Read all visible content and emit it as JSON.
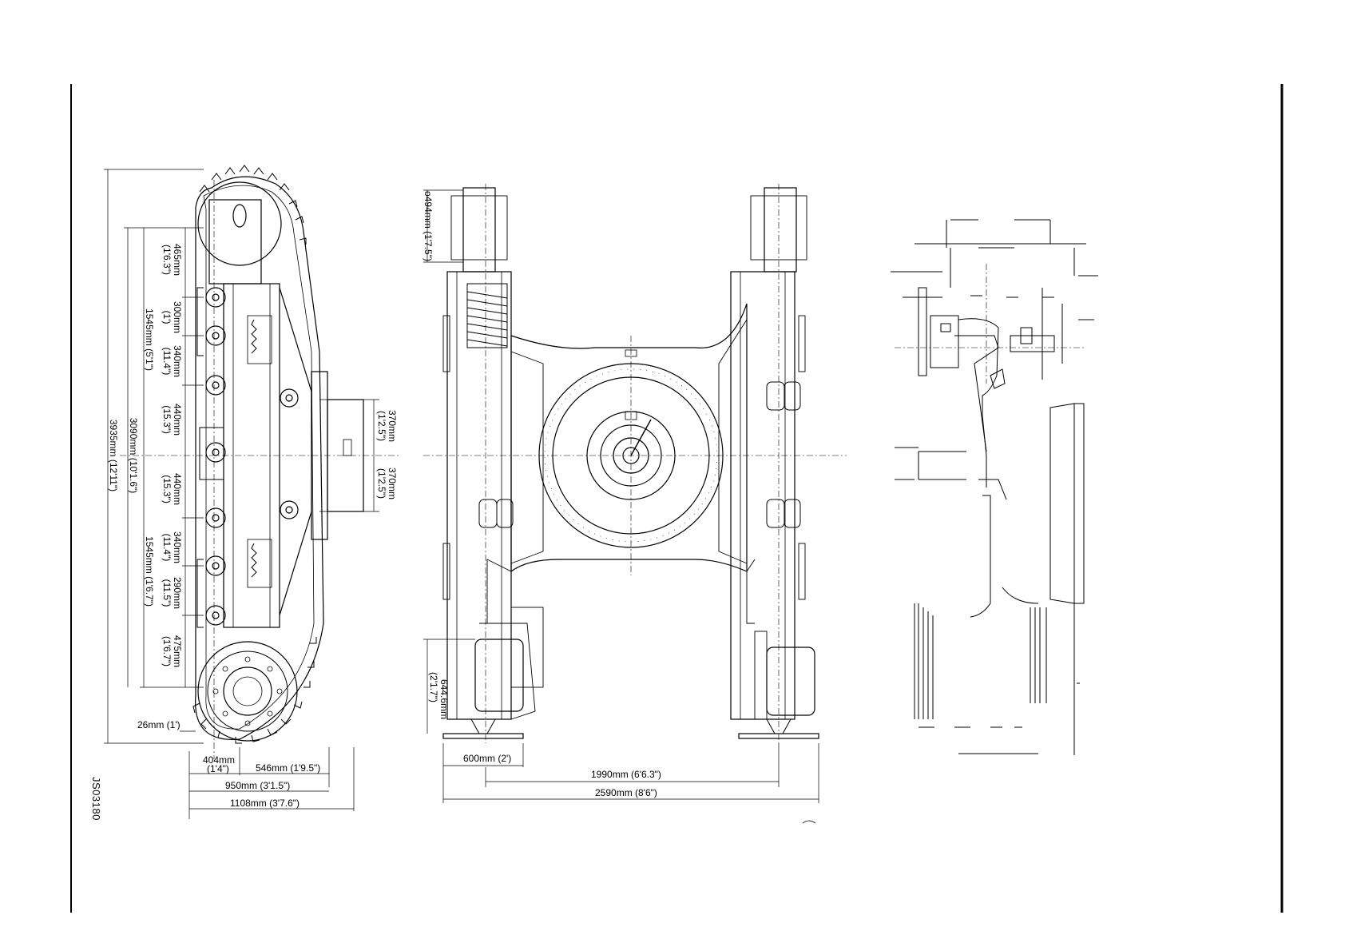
{
  "drawing": {
    "reference_code": "JS03180",
    "side_view": {
      "vertical_dims": [
        {
          "label": "465mm",
          "sub": "(1'6.3\")"
        },
        {
          "label": "300mm",
          "sub": "(1')"
        },
        {
          "label": "340mm",
          "sub": "(11.4\")"
        },
        {
          "label": "440mm",
          "sub": "(15.3\")"
        },
        {
          "label": "440mm",
          "sub": "(15.3\")"
        },
        {
          "label": "340mm",
          "sub": "(11.4\")"
        },
        {
          "label": "290mm",
          "sub": "(11.5\")"
        },
        {
          "label": "475mm",
          "sub": "(1'6.7\")"
        }
      ],
      "upper_span": "1545mm (5'1\")",
      "lower_span": "1545mm (1'6.7\")",
      "wheelbase": "3090mm (10'1.6\")",
      "overall_length": "3935mm (12'11\")",
      "offset_top": {
        "label": "370mm",
        "sub": "(1'2.5\")"
      },
      "offset_bottom": {
        "label": "370mm",
        "sub": "(1'2.5\")"
      },
      "bottom_offset": "26mm (1')",
      "width_a": {
        "label": "404mm",
        "sub": "(1'4\")"
      },
      "width_b": "546mm (1'9.5\")",
      "width_c": "950mm (3'1.5\")",
      "width_d": "1108mm (3'7.6\")"
    },
    "plan_view": {
      "idler_dia": "o494mm (1'7.5\")",
      "sprocket_height": "644.6mm",
      "sprocket_height_sub": "(2'1.7\")",
      "shoe_width": "600mm (2')",
      "track_centres": "1990mm (6'6.3\")",
      "overall_width": "2590mm (8'6\")"
    }
  }
}
